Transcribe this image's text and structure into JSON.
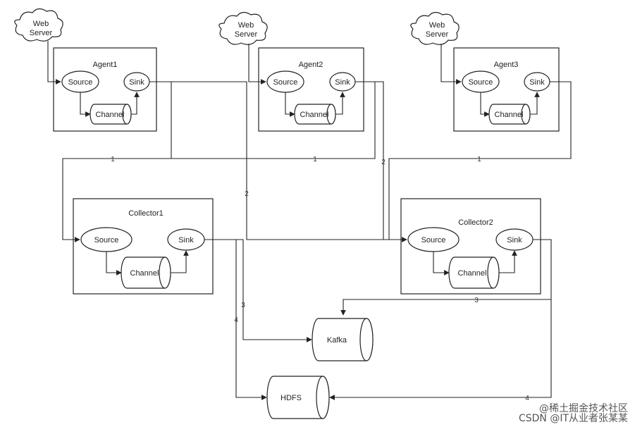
{
  "labels": {
    "web_server": "Web\nServer",
    "agent1": "Agent1",
    "agent2": "Agent2",
    "agent3": "Agent3",
    "collector1": "Collector1",
    "collector2": "Collector2",
    "source": "Source",
    "sink": "Sink",
    "channel": "Channel",
    "kafka": "Kafka",
    "hdfs": "HDFS"
  },
  "edge_labels": {
    "one": "1",
    "two": "2",
    "three": "3",
    "four": "4"
  },
  "watermark": {
    "line1": "@稀土掘金技术社区",
    "line2": "CSDN @IT从业者张某某"
  }
}
